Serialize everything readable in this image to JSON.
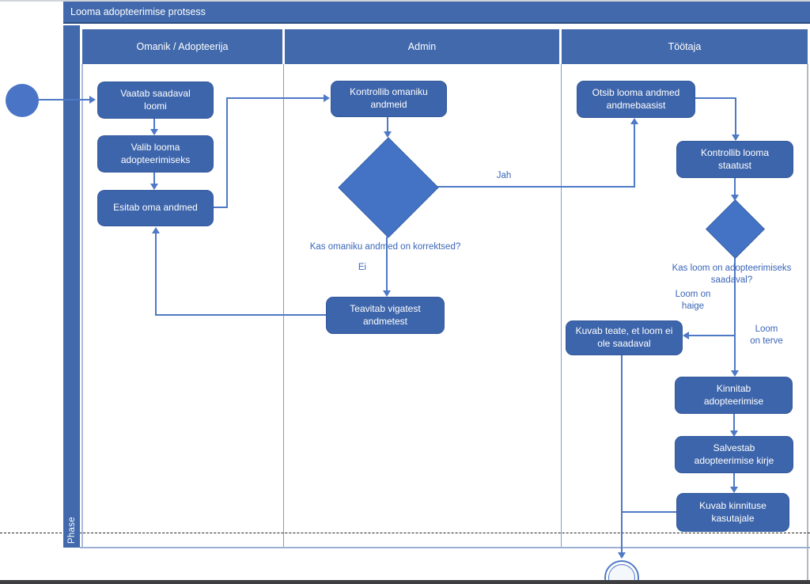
{
  "window": {
    "title_bar": "Looma adopteerimise protsess",
    "phase_label": "Phase"
  },
  "lanes": [
    {
      "label": "Omanik / Adopteerija",
      "tasks": [
        "Vaatab saadaval loomi",
        "Valib looma adopteerimiseks",
        "Esitab oma andmed"
      ]
    },
    {
      "label": "Admin",
      "tasks": [
        "Kontrollib omaniku andmeid",
        "Teavitab vigatest andmetest"
      ],
      "decision": {
        "question": "Kas omaniku andmed on korrektsed?",
        "yes_label": "Jah",
        "no_label": "Ei"
      }
    },
    {
      "label": "Töötaja",
      "tasks": [
        "Otsib looma andmed andmebaasist",
        "Kontrollib looma staatust",
        "Kuvab teate, et loom ei ole saadaval",
        "Kinnitab adopteerimise",
        "Salvestab adopteerimise kirje",
        "Kuvab kinnituse kasutajale"
      ],
      "decision": {
        "question": "Kas loom on adopteerimiseks saadaval?",
        "sick_label": "Loom on haige",
        "healthy_label": "Loom on terve"
      }
    }
  ],
  "colors": {
    "band": "#4169AC",
    "shape": "#3D65AB",
    "diamond": "#4472C4",
    "conn": "#4E79C5",
    "label_ink": "#3A66B8",
    "lane_line": "#7B9BD2",
    "start_fill": "#4A74C6"
  }
}
